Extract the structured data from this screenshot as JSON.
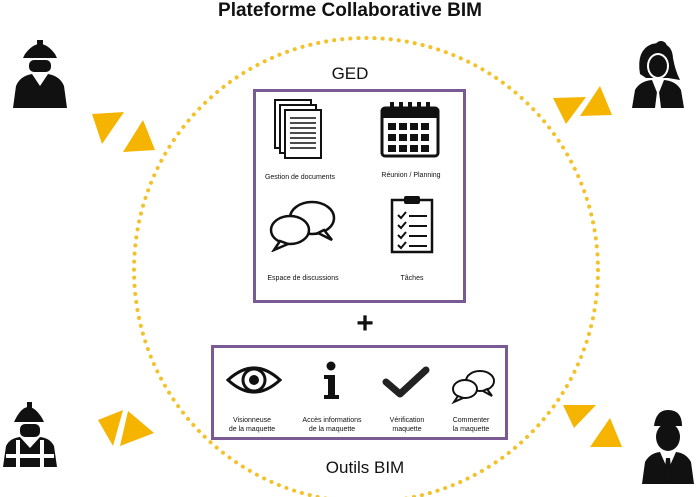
{
  "title": "Plateforme Collaborative BIM",
  "ged": {
    "title": "GED",
    "items": [
      {
        "label": "Gestion de documents",
        "icon": "documents-icon"
      },
      {
        "label": "Réunion / Planning",
        "icon": "calendar-icon"
      },
      {
        "label": "Espace de discussions",
        "icon": "chat-bubbles-icon"
      },
      {
        "label": "Tâches",
        "icon": "checklist-clipboard-icon"
      }
    ]
  },
  "plus": "+",
  "bim": {
    "title": "Outils BIM",
    "items": [
      {
        "label": "Visionneuse\nde la maquette",
        "icon": "eye-icon"
      },
      {
        "label": "Accès informations\nde la maquette",
        "icon": "info-icon"
      },
      {
        "label": "Vérification\nmaquette",
        "icon": "checkmark-icon"
      },
      {
        "label": "Commenter\nla maquette",
        "icon": "comment-bubbles-icon"
      }
    ]
  },
  "actors": [
    {
      "icon": "construction-worker-icon"
    },
    {
      "icon": "businesswoman-icon"
    },
    {
      "icon": "site-worker-vest-icon"
    },
    {
      "icon": "businessman-icon"
    }
  ],
  "colors": {
    "circle": "#f4c12a",
    "arrows": "#f5b400",
    "frame": "#7a5a92",
    "icons": "#111111"
  }
}
